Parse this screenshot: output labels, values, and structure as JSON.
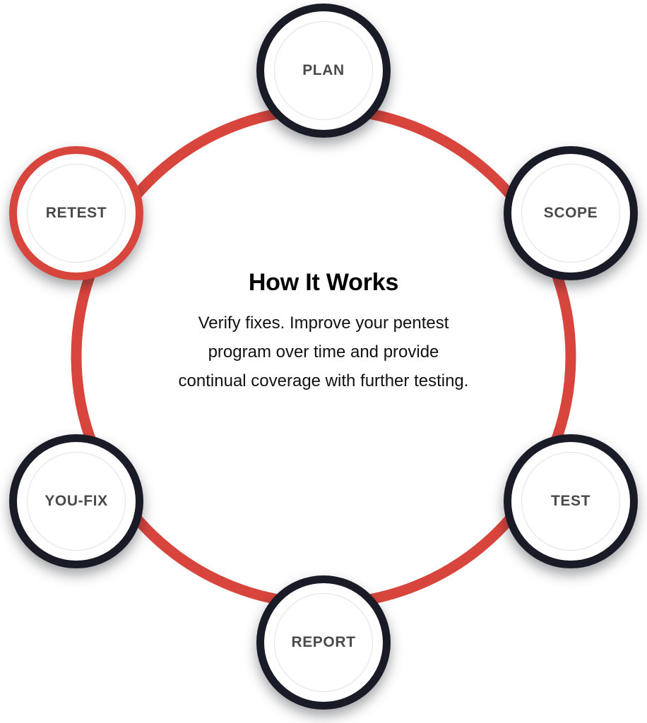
{
  "diagram": {
    "title": "How It Works",
    "description": "Verify fixes. Improve your pentest\nprogram over time and provide\ncontinual coverage with further testing.",
    "colors": {
      "ring_red": "#D8453D",
      "node_ring_dark": "#191C26",
      "node_fill": "#FFFFFF",
      "inner_outline": "#E2E2E2",
      "label_text": "#4A4A4A",
      "title_text": "#000000",
      "background": "#FFFFFF"
    },
    "nodes": [
      {
        "id": "plan",
        "label": "PLAN",
        "position": "top",
        "active": false
      },
      {
        "id": "scope",
        "label": "SCOPE",
        "position": "upper-right",
        "active": false
      },
      {
        "id": "test",
        "label": "TEST",
        "position": "lower-right",
        "active": false
      },
      {
        "id": "report",
        "label": "REPORT",
        "position": "bottom",
        "active": false
      },
      {
        "id": "you-fix",
        "label": "YOU-FIX",
        "position": "lower-left",
        "active": false
      },
      {
        "id": "retest",
        "label": "RETEST",
        "position": "upper-left",
        "active": true
      }
    ]
  },
  "chart_data": {
    "type": "diagram",
    "layout": "radial-cycle",
    "title": "How It Works",
    "subtitle": "Verify fixes. Improve your pentest program over time and provide continual coverage with further testing.",
    "steps": [
      "PLAN",
      "SCOPE",
      "TEST",
      "REPORT",
      "YOU-FIX",
      "RETEST"
    ],
    "highlighted_step": "RETEST",
    "direction": "clockwise",
    "legend": "none"
  }
}
